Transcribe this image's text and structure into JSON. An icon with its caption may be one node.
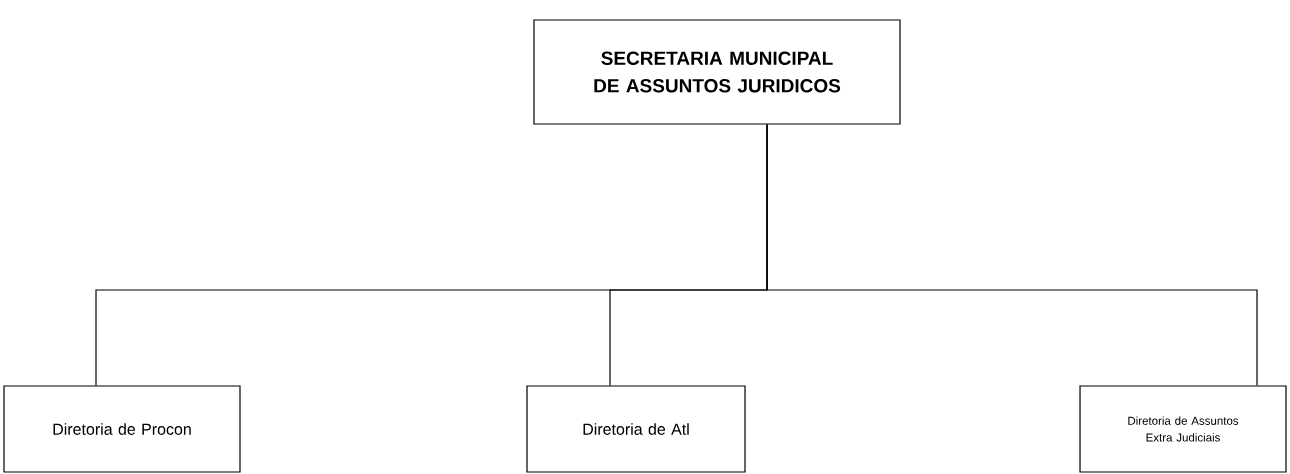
{
  "diagram": {
    "nodes": [
      {
        "text": [
          "SECRETARIA MUNICIPAL DE ASSUNTOS JURIDICOS"
        ]
      },
      {
        "text": [
          "Diretoria de Procon"
        ]
      },
      {
        "text": [
          "Diretoria de Atl"
        ]
      },
      {
        "text": [
          "Diretoria de Assuntos Extra Judiciais"
        ]
      }
    ],
    "edges": [
      {
        "from": 0,
        "to": 1,
        "arrow": "none"
      },
      {
        "from": 0,
        "to": 2,
        "arrow": "none"
      },
      {
        "from": 0,
        "to": 3,
        "arrow": "none"
      }
    ]
  }
}
